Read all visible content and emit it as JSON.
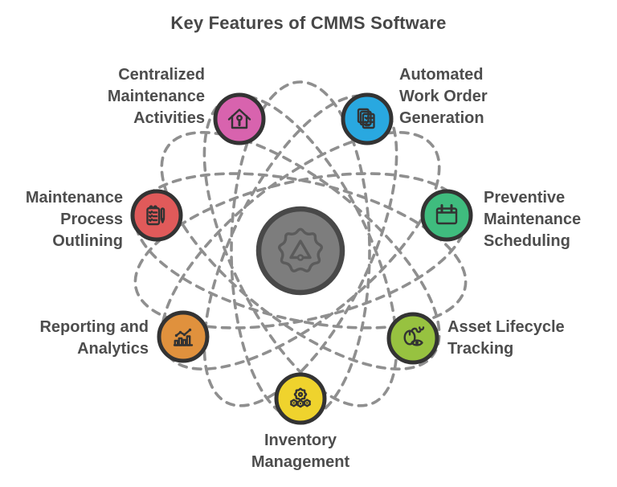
{
  "title": "Key Features of CMMS Software",
  "hub": {
    "icon": "gear-alert-icon",
    "fill": "#7D7D7D",
    "ring": "#484848",
    "icon_stroke": "#5B5B5B"
  },
  "nodes": [
    {
      "id": "centralized-maintenance-activities",
      "lines": [
        "Centralized",
        "Maintenance",
        "Activities"
      ],
      "color": "#D863AE",
      "icon": "house-wrench-icon"
    },
    {
      "id": "automated-work-order-generation",
      "lines": [
        "Automated",
        "Work Order",
        "Generation"
      ],
      "color": "#29A8E0",
      "icon": "work-order-documents-icon"
    },
    {
      "id": "preventive-maintenance-scheduling",
      "lines": [
        "Preventive",
        "Maintenance",
        "Scheduling"
      ],
      "color": "#3FBC7E",
      "icon": "calendar-icon"
    },
    {
      "id": "asset-lifecycle-tracking",
      "lines": [
        "Asset Lifecycle",
        "Tracking"
      ],
      "color": "#97C240",
      "icon": "mouse-eye-icon"
    },
    {
      "id": "inventory-management",
      "lines": [
        "Inventory",
        "Management"
      ],
      "color": "#EFD32D",
      "icon": "gear-people-icon"
    },
    {
      "id": "reporting-and-analytics",
      "lines": [
        "Reporting and",
        "Analytics"
      ],
      "color": "#E0913D",
      "icon": "bar-chart-trend-icon"
    },
    {
      "id": "maintenance-process-outlining",
      "lines": [
        "Maintenance",
        "Process",
        "Outlining"
      ],
      "color": "#E05A5A",
      "icon": "notepad-pen-icon"
    }
  ],
  "colors": {
    "text": "#4D4D4D",
    "title_text": "#474747",
    "icon_stroke": "#333333",
    "node_ring": "#333333",
    "dash": "#8F8F8F",
    "background": "#FFFFFF"
  }
}
